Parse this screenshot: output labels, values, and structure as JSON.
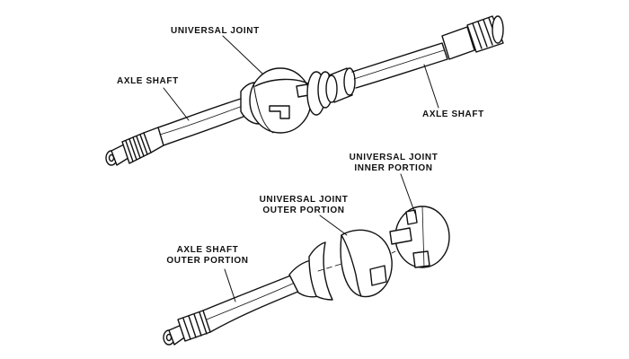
{
  "labels": {
    "universal_joint": "UNIVERSAL JOINT",
    "axle_shaft_left": "AXLE SHAFT",
    "axle_shaft_right": "AXLE SHAFT",
    "uj_inner_line1": "UNIVERSAL JOINT",
    "uj_inner_line2": "INNER PORTION",
    "uj_outer_line1": "UNIVERSAL JOINT",
    "uj_outer_line2": "OUTER PORTION",
    "as_outer_line1": "AXLE SHAFT",
    "as_outer_line2": "OUTER PORTION"
  }
}
